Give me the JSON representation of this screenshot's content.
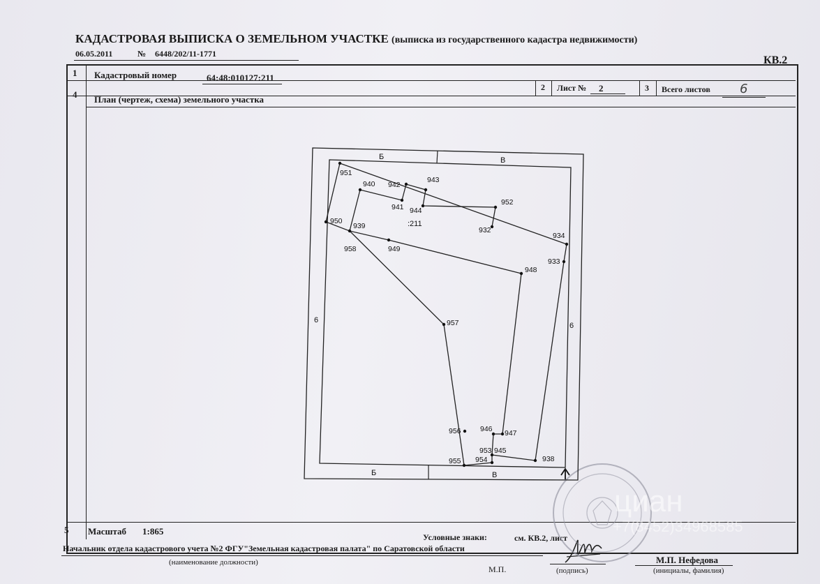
{
  "header": {
    "title": "КАДАСТРОВАЯ ВЫПИСКА О ЗЕМЕЛЬНОМ УЧАСТКЕ",
    "subtitle": "(выписка из государственного кадастра недвижимости)",
    "date": "06.05.2011",
    "number_sign": "№",
    "number": "6448/202/11-1771",
    "form_code": "КВ.2"
  },
  "rows": {
    "r1_num": "1",
    "r1_label": "Кадастровый номер",
    "r1_value": "64:48:010127:211",
    "r2_num": "2",
    "r2_label": "Лист №",
    "r2_value": "2",
    "r3_num": "3",
    "r3_label": "Всего листов",
    "r3_value": "6",
    "r4_num": "4",
    "r4_label": "План (чертеж, схема) земельного участка",
    "r5_num": "5",
    "r5_label": "Масштаб",
    "r5_value": "1:865",
    "legend_label": "Условные знаки:",
    "legend_value": "см. КВ.2, лист"
  },
  "footer": {
    "position": "Начальник отдела кадастрового учета №2 ФГУ\"Земельная кадастровая палата\" по Саратовской области",
    "position_caption": "(наименование должности)",
    "mp": "М.П.",
    "signature_caption": "(подпись)",
    "name": "М.П. Нефедова",
    "name_caption": "(инициалы, фамилия)"
  },
  "plan": {
    "parcel_label": ":211",
    "edge_labels": {
      "top_left": "Б",
      "top_right": "В",
      "bottom_left": "Б",
      "bottom_right": "В",
      "left": "6",
      "right": "6"
    },
    "points": {
      "951": "951",
      "940": "940",
      "942": "942",
      "943": "943",
      "941": "941",
      "944": "944",
      "952": "952",
      "950": "950",
      "939": "939",
      "932": "932",
      "934": "934",
      "958": "958",
      "949": "949",
      "933": "933",
      "948": "948",
      "957": "957",
      "956": "956",
      "946": "946",
      "947": "947",
      "953": "953",
      "945": "945",
      "955": "955",
      "954": "954",
      "938": "938"
    }
  },
  "watermark": {
    "brand": "циан",
    "phone": "+7(8452)34968585"
  }
}
